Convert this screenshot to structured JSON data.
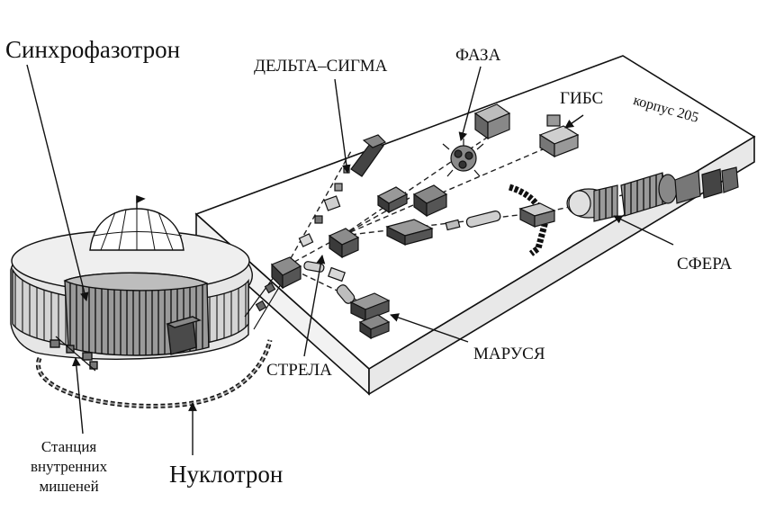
{
  "labels": {
    "synchrophasotron": "Синхрофазотрон",
    "delta_sigma": "ДЕЛЬТА–СИГМА",
    "faza": "ФАЗА",
    "gibs": "ГИБС",
    "building": "корпус 205",
    "sfera": "СФЕРА",
    "marusya": "МАРУСЯ",
    "strela": "СТРЕЛА",
    "nuclotron": "Нуклотрон",
    "station_line1": "Станция",
    "station_line2": "внутренних",
    "station_line3": "мишеней"
  },
  "colors": {
    "ink": "#111111",
    "block_top": "#8c8c8c",
    "block_side": "#3a3a3a",
    "magnet_light": "#cfcfcf",
    "magnet_dark": "#6e6e6e"
  }
}
